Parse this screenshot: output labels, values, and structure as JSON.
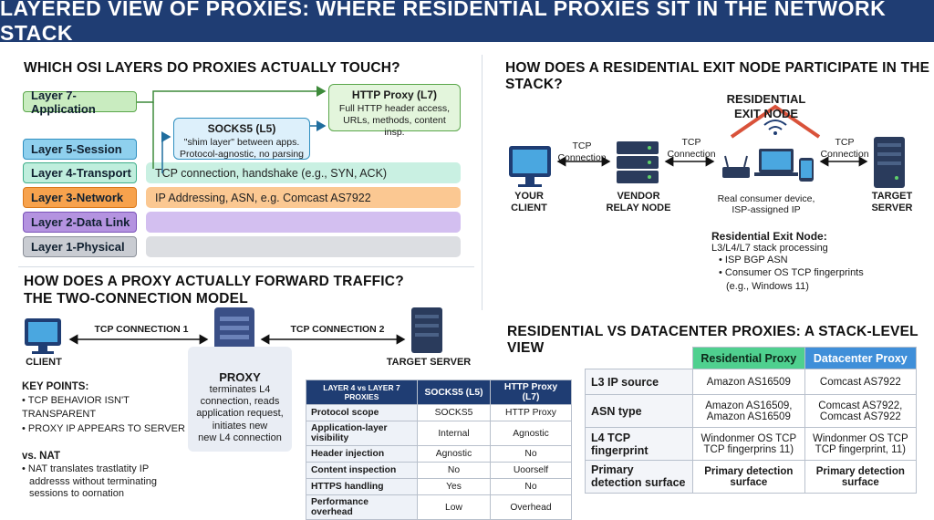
{
  "title": "LAYERED VIEW OF PROXIES: WHERE RESIDENTIAL PROXIES SIT IN THE NETWORK STACK",
  "osi": {
    "heading": "WHICH OSI LAYERS DO PROXIES ACTUALLY TOUCH?",
    "layers": [
      {
        "label": "Layer 7-Application",
        "color": "#c9ecc0",
        "border": "#5aa64a"
      },
      {
        "label": "Layer 5-Session",
        "color": "#8fd0ee",
        "border": "#2f8fc0"
      },
      {
        "label": "Layer 4-Transport",
        "color": "#bfeedd",
        "border": "#3fae8a"
      },
      {
        "label": "Layer 3-Network",
        "color": "#f7a24d",
        "border": "#d9771a"
      },
      {
        "label": "Layer 2-Data Link",
        "color": "#b493e0",
        "border": "#7a52b8"
      },
      {
        "label": "Layer 1-Physical",
        "color": "#c9ccd2",
        "border": "#8a8f98"
      }
    ],
    "bands": {
      "l4": "TCP connection, handshake (e.g., SYN, ACK)",
      "l3": "IP Addressing, ASN, e.g. Comcast AS7922"
    },
    "http_proxy": {
      "title": "HTTP Proxy (L7)",
      "desc1": "Full HTTP header access,",
      "desc2": "URLs, methods, content insp."
    },
    "socks5": {
      "title": "SOCKS5 (L5)",
      "desc1": "\"shim layer\" between apps.",
      "desc2": "Protocol-agnostic, no parsing"
    }
  },
  "residential": {
    "heading": "HOW DOES A RESIDENTIAL EXIT NODE PARTICIPATE IN THE STACK?",
    "your_client": [
      "YOUR",
      "CLIENT"
    ],
    "vendor": [
      "VENDOR",
      "RELAY NODE"
    ],
    "exit_node": [
      "RESIDENTIAL",
      "EXIT NODE"
    ],
    "target": [
      "TARGET",
      "SERVER"
    ],
    "tcp1": [
      "TCP",
      "Connection"
    ],
    "tcp2": [
      "TCP",
      "Connection"
    ],
    "tcp3": [
      "TCP",
      "Connection"
    ],
    "device_caption": [
      "Real consumer device,",
      "ISP-assigned IP"
    ],
    "exit_title": "Residential Exit Node:",
    "exit_sub": "L3/L4/L7 stack processing",
    "exit_points": [
      "ISP BGP ASN",
      "Consumer OS TCP fingerprints",
      "(e.g., Windows 11)"
    ]
  },
  "forward": {
    "heading1": "HOW DOES A PROXY ACTUALLY FORWARD TRAFFIC?",
    "heading2": "THE TWO-CONNECTION MODEL",
    "tcp_conn1": "TCP CONNECTION 1",
    "tcp_conn2": "TCP CONNECTION 2",
    "client": "CLIENT",
    "target": "TARGET SERVER",
    "proxy": "PROXY",
    "proxy_desc": [
      "terminates L4",
      "connection, reads",
      "application request,",
      "initiates new",
      "new L4 connection"
    ],
    "key_points_title": "KEY POINTS:",
    "key_points": [
      "TCP BEHAVIOR ISN'T TRANSPARENT",
      "PROXY IP APPEARS TO SERVER"
    ],
    "nat_title": "vs. NAT",
    "nat_text": [
      "NAT translates trastlatity IP",
      "addresss without terminating",
      "sessions to oornation"
    ]
  },
  "compare_table": {
    "headers": [
      "LAYER 4 vs LAYER 7 PROXIES",
      "SOCKS5 (L5)",
      "HTTP Proxy (L7)"
    ],
    "rows": [
      [
        "Protocol scope",
        "SOCKS5",
        "HTTP Proxy"
      ],
      [
        "Application-layer visibility",
        "Internal",
        "Agnostic"
      ],
      [
        "Header injection",
        "Agnostic",
        "No"
      ],
      [
        "Content inspection",
        "No",
        "Uoorself"
      ],
      [
        "HTTPS handling",
        "Yes",
        "No"
      ],
      [
        "Performance overhead",
        "Low",
        "Overhead"
      ]
    ]
  },
  "res_vs_dc": {
    "heading": "RESIDENTIAL vs DATACENTER PROXIES: A STACK-LEVEL VIEW",
    "headers": [
      "Residential Proxy",
      "Datacenter Proxy"
    ],
    "rows": [
      {
        "label": "L3 IP source",
        "res": [
          "Amazon AS16509"
        ],
        "dc": [
          "Comcast AS7922"
        ]
      },
      {
        "label": "ASN type",
        "res": [
          "Amazon AS16509,",
          "Amazon AS16509"
        ],
        "dc": [
          "Comcast AS7922,",
          "Comcast AS7922"
        ]
      },
      {
        "label": "L4 TCP fingerprint",
        "res": [
          "Windonmer OS TCP",
          "TCP fingerprins 11)"
        ],
        "dc": [
          "Windonmer OS TCP",
          "TCP fingerprint, 11)"
        ]
      },
      {
        "label": "Primary detection surface",
        "res": [
          "Primary detection",
          "surface"
        ],
        "dc": [
          "Primary detection",
          "surface"
        ]
      }
    ]
  }
}
